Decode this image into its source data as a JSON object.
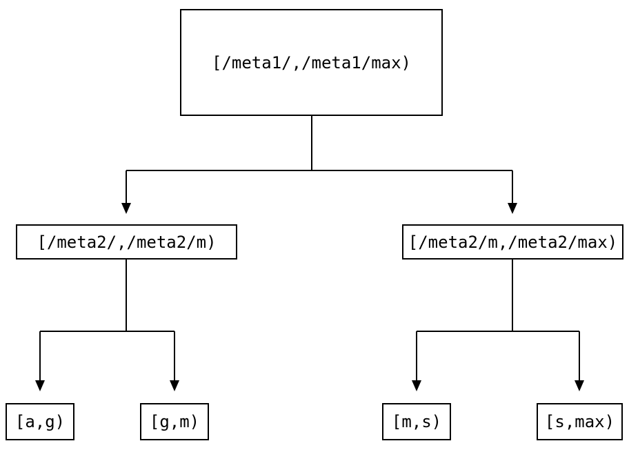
{
  "diagram": {
    "type": "tree",
    "nodes": {
      "root": {
        "label": "[/meta1/,/meta1/max)"
      },
      "left": {
        "label": "[/meta2/,/meta2/m)"
      },
      "right": {
        "label": "[/meta2/m,/meta2/max)"
      },
      "leaf_ag": {
        "label": "[a,g)"
      },
      "leaf_gm": {
        "label": "[g,m)"
      },
      "leaf_ms": {
        "label": "[m,s)"
      },
      "leaf_smax": {
        "label": "[s,max)"
      }
    },
    "edges": [
      {
        "from": "root",
        "to": "left"
      },
      {
        "from": "root",
        "to": "right"
      },
      {
        "from": "left",
        "to": "leaf_ag"
      },
      {
        "from": "left",
        "to": "leaf_gm"
      },
      {
        "from": "right",
        "to": "leaf_ms"
      },
      {
        "from": "right",
        "to": "leaf_smax"
      }
    ],
    "colors": {
      "line": "#000000",
      "text": "#000000",
      "node_fill": "#ffffff",
      "background": "#ffffff"
    }
  }
}
